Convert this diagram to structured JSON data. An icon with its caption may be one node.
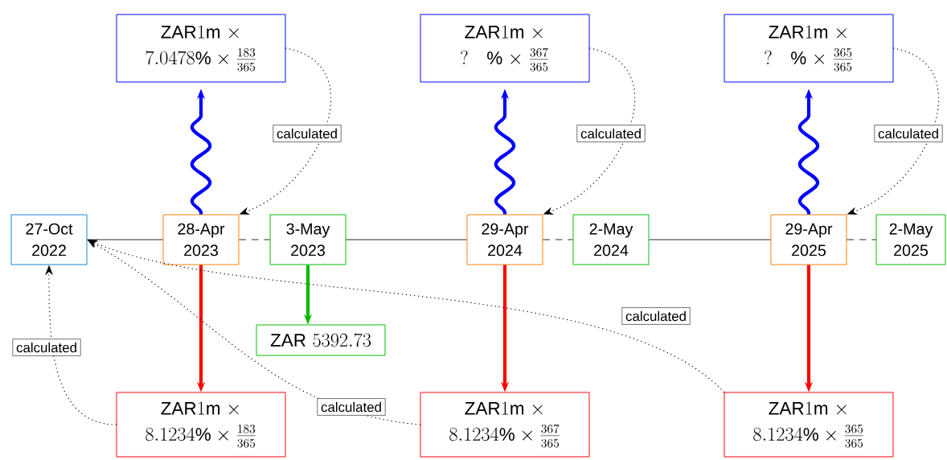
{
  "diagram": {
    "nodes": [
      {
        "text": [
          "27-Oct 2022"
        ]
      },
      {
        "text": [
          "\\textsf{ZAR}1\\textsf{m}\\times 7.0478\\textsf{\\%}\\times\\frac{183}{365}"
        ]
      },
      {
        "text": [
          "28-Apr 2023"
        ]
      },
      {
        "text": [
          "3-May 2023"
        ]
      },
      {
        "text": [
          "\\textsf{ZAR}1\\textsf{m}\\times {?}\\quad\\textsf{\\%}\\times\\frac{367}{365}"
        ]
      },
      {
        "text": [
          "29-Apr 2024"
        ]
      },
      {
        "text": [
          "2-May 2024"
        ]
      },
      {
        "text": [
          "\\textsf{ZAR}1\\textsf{m}\\times {?}\\quad\\textsf{\\%}\\times\\frac{365}{365}"
        ]
      },
      {
        "text": [
          "29-Apr 2025"
        ]
      },
      {
        "text": [
          "2-May 2025"
        ]
      },
      {
        "text": [
          "\\textsf{ZAR}\\ 5392.73"
        ]
      },
      {
        "text": [
          "\\textsf{ZAR}1\\textsf{m}\\times 8.1234\\textsf{\\%}\\times\\frac{183}{365}"
        ]
      },
      {
        "text": [
          "\\textsf{ZAR}1\\textsf{m}\\times 8.1234\\textsf{\\%}\\times\\frac{367}{365}"
        ]
      },
      {
        "text": [
          "\\textsf{ZAR}1\\textsf{m}\\times 8.1234\\textsf{\\%}\\times\\frac{365}{365}"
        ]
      }
    ],
    "edges": [
      {
        "from": 0,
        "to": 2,
        "arrow": "none"
      },
      {
        "from": 2,
        "to": 3,
        "arrow": "none",
        "style": "dashed"
      },
      {
        "from": 3,
        "to": 5,
        "arrow": "none"
      },
      {
        "from": 5,
        "to": 6,
        "arrow": "none",
        "style": "dashed"
      },
      {
        "from": 6,
        "to": 8,
        "arrow": "none"
      },
      {
        "from": 8,
        "to": 9,
        "arrow": "none",
        "style": "dashed"
      },
      {
        "from": 2,
        "to": 1,
        "arrow": "to",
        "style": "thick",
        "color": "#0000ff"
      },
      {
        "from": 5,
        "to": 4,
        "arrow": "to",
        "style": "thick",
        "color": "#0000ff"
      },
      {
        "from": 8,
        "to": 7,
        "arrow": "to",
        "style": "thick",
        "color": "#0000ff"
      },
      {
        "from": 1,
        "to": 2,
        "arrow": "to",
        "style": "dashed",
        "label": "calculated"
      },
      {
        "from": 4,
        "to": 5,
        "arrow": "to",
        "style": "dashed",
        "label": "calculated"
      },
      {
        "from": 7,
        "to": 8,
        "arrow": "to",
        "style": "dashed",
        "label": "calculated"
      },
      {
        "from": 3,
        "to": 10,
        "arrow": "to",
        "style": "thick",
        "color": "#00bb00"
      },
      {
        "from": 2,
        "to": 11,
        "arrow": "to",
        "style": "thick",
        "color": "#ff0000"
      },
      {
        "from": 5,
        "to": 12,
        "arrow": "to",
        "style": "thick",
        "color": "#ff0000"
      },
      {
        "from": 8,
        "to": 13,
        "arrow": "to",
        "style": "thick",
        "color": "#ff0000"
      },
      {
        "from": 11,
        "to": 0,
        "arrow": "to",
        "style": "dashed",
        "label": "calculated"
      },
      {
        "from": 12,
        "to": 0,
        "arrow": "to",
        "style": "dashed",
        "label": "calculated"
      },
      {
        "from": 13,
        "to": 0,
        "arrow": "to",
        "style": "dashed",
        "label": "calculated"
      }
    ]
  }
}
